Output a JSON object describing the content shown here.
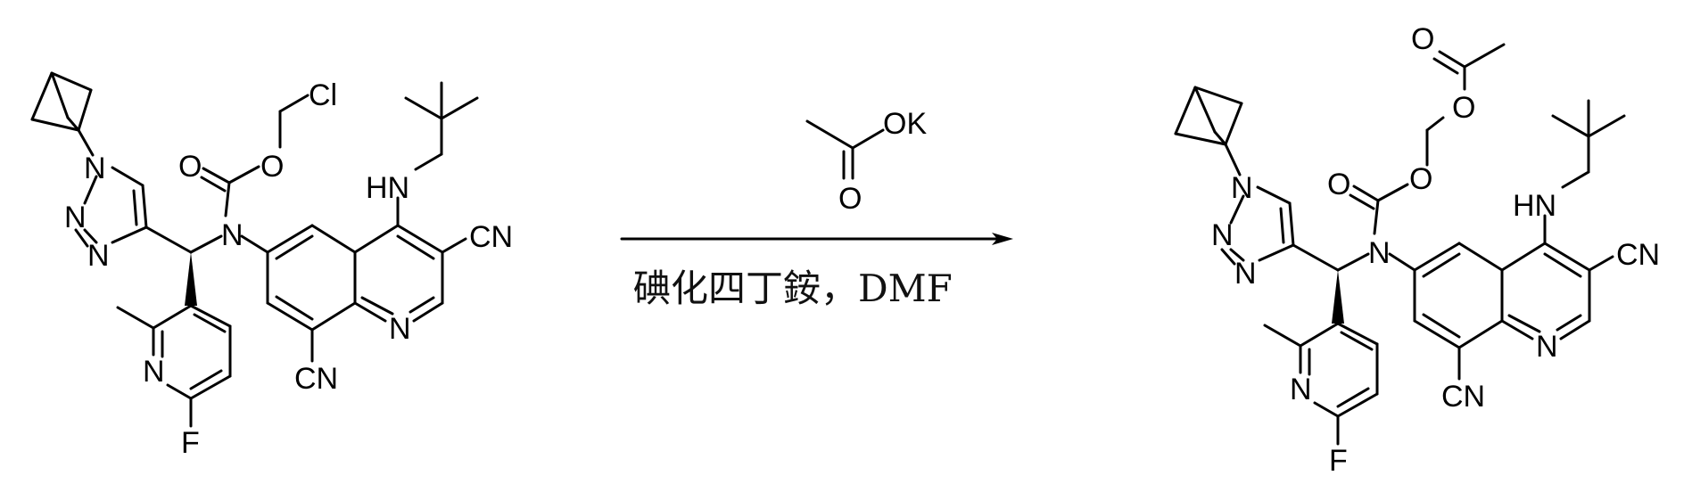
{
  "reaction": {
    "reactant": {
      "atom_labels": {
        "n_bcp": "N",
        "n_tri_2": "N",
        "n_tri_3": "N",
        "cl": "Cl",
        "o_carbonyl": "O",
        "o_ester": "O",
        "n_carbamate": "N",
        "hn": "HN",
        "cn_top": "CN",
        "n_quin": "N",
        "cn_bottom": "CN",
        "n_pyr": "N",
        "f": "F"
      }
    },
    "reagent": {
      "atom_labels": {
        "ok": "OK",
        "o": "O"
      }
    },
    "conditions": "碘化四丁銨，DMF",
    "product": {
      "atom_labels": {
        "o_acetyl": "O",
        "o_link": "O",
        "o_carbonyl": "O",
        "o_ester": "O",
        "n_bcp": "N",
        "n_tri_2": "N",
        "n_tri_3": "N",
        "n_carbamate": "N",
        "hn": "HN",
        "cn_top": "CN",
        "n_quin": "N",
        "cn_bottom": "CN",
        "n_pyr": "N",
        "f": "F"
      }
    }
  }
}
